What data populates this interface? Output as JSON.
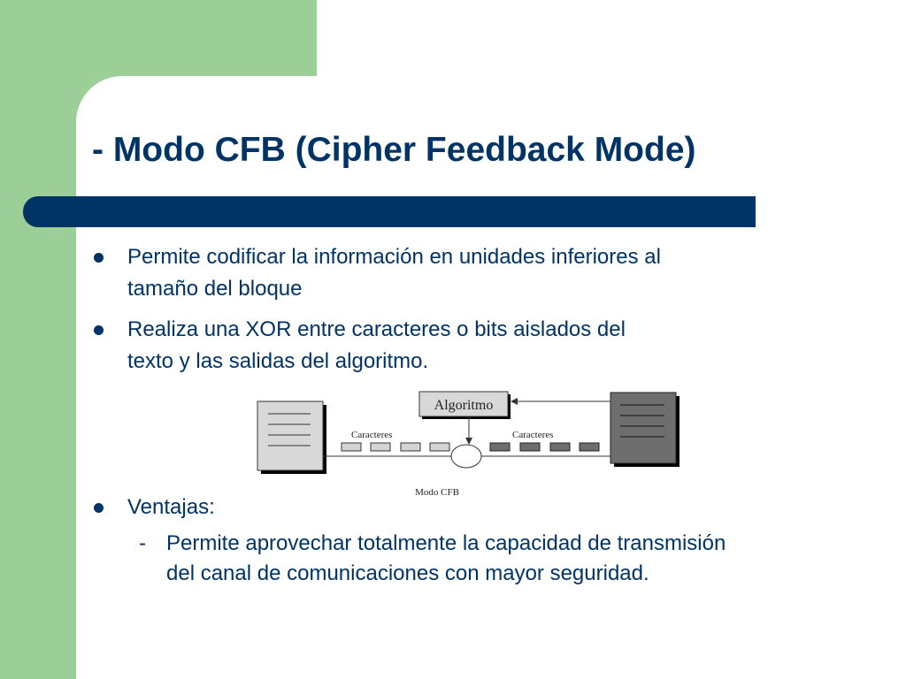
{
  "slide": {
    "title": "- Modo CFB (Cipher Feedback Mode)",
    "bullets": [
      "Permite codificar la información en unidades inferiores al\ntamaño del bloque",
      "Realiza una XOR entre caracteres o bits aislados del\ntexto y las salidas del algoritmo.",
      "Ventajas:"
    ],
    "sub_bullet": {
      "marker": "-",
      "text": "Permite aprovechar totalmente la capacidad de transmisión\ndel canal de comunicaciones con mayor seguridad."
    }
  },
  "diagram": {
    "algorithm_label": "Algoritmo",
    "left_label": "Caracteres",
    "right_label": "Caracteres",
    "caption": "Modo CFB"
  },
  "colors": {
    "accent": "#003366",
    "sidebar_green": "#9cce98",
    "plaintext_block": "#d4d4d4",
    "ciphertext_block": "#6e6e6e"
  }
}
